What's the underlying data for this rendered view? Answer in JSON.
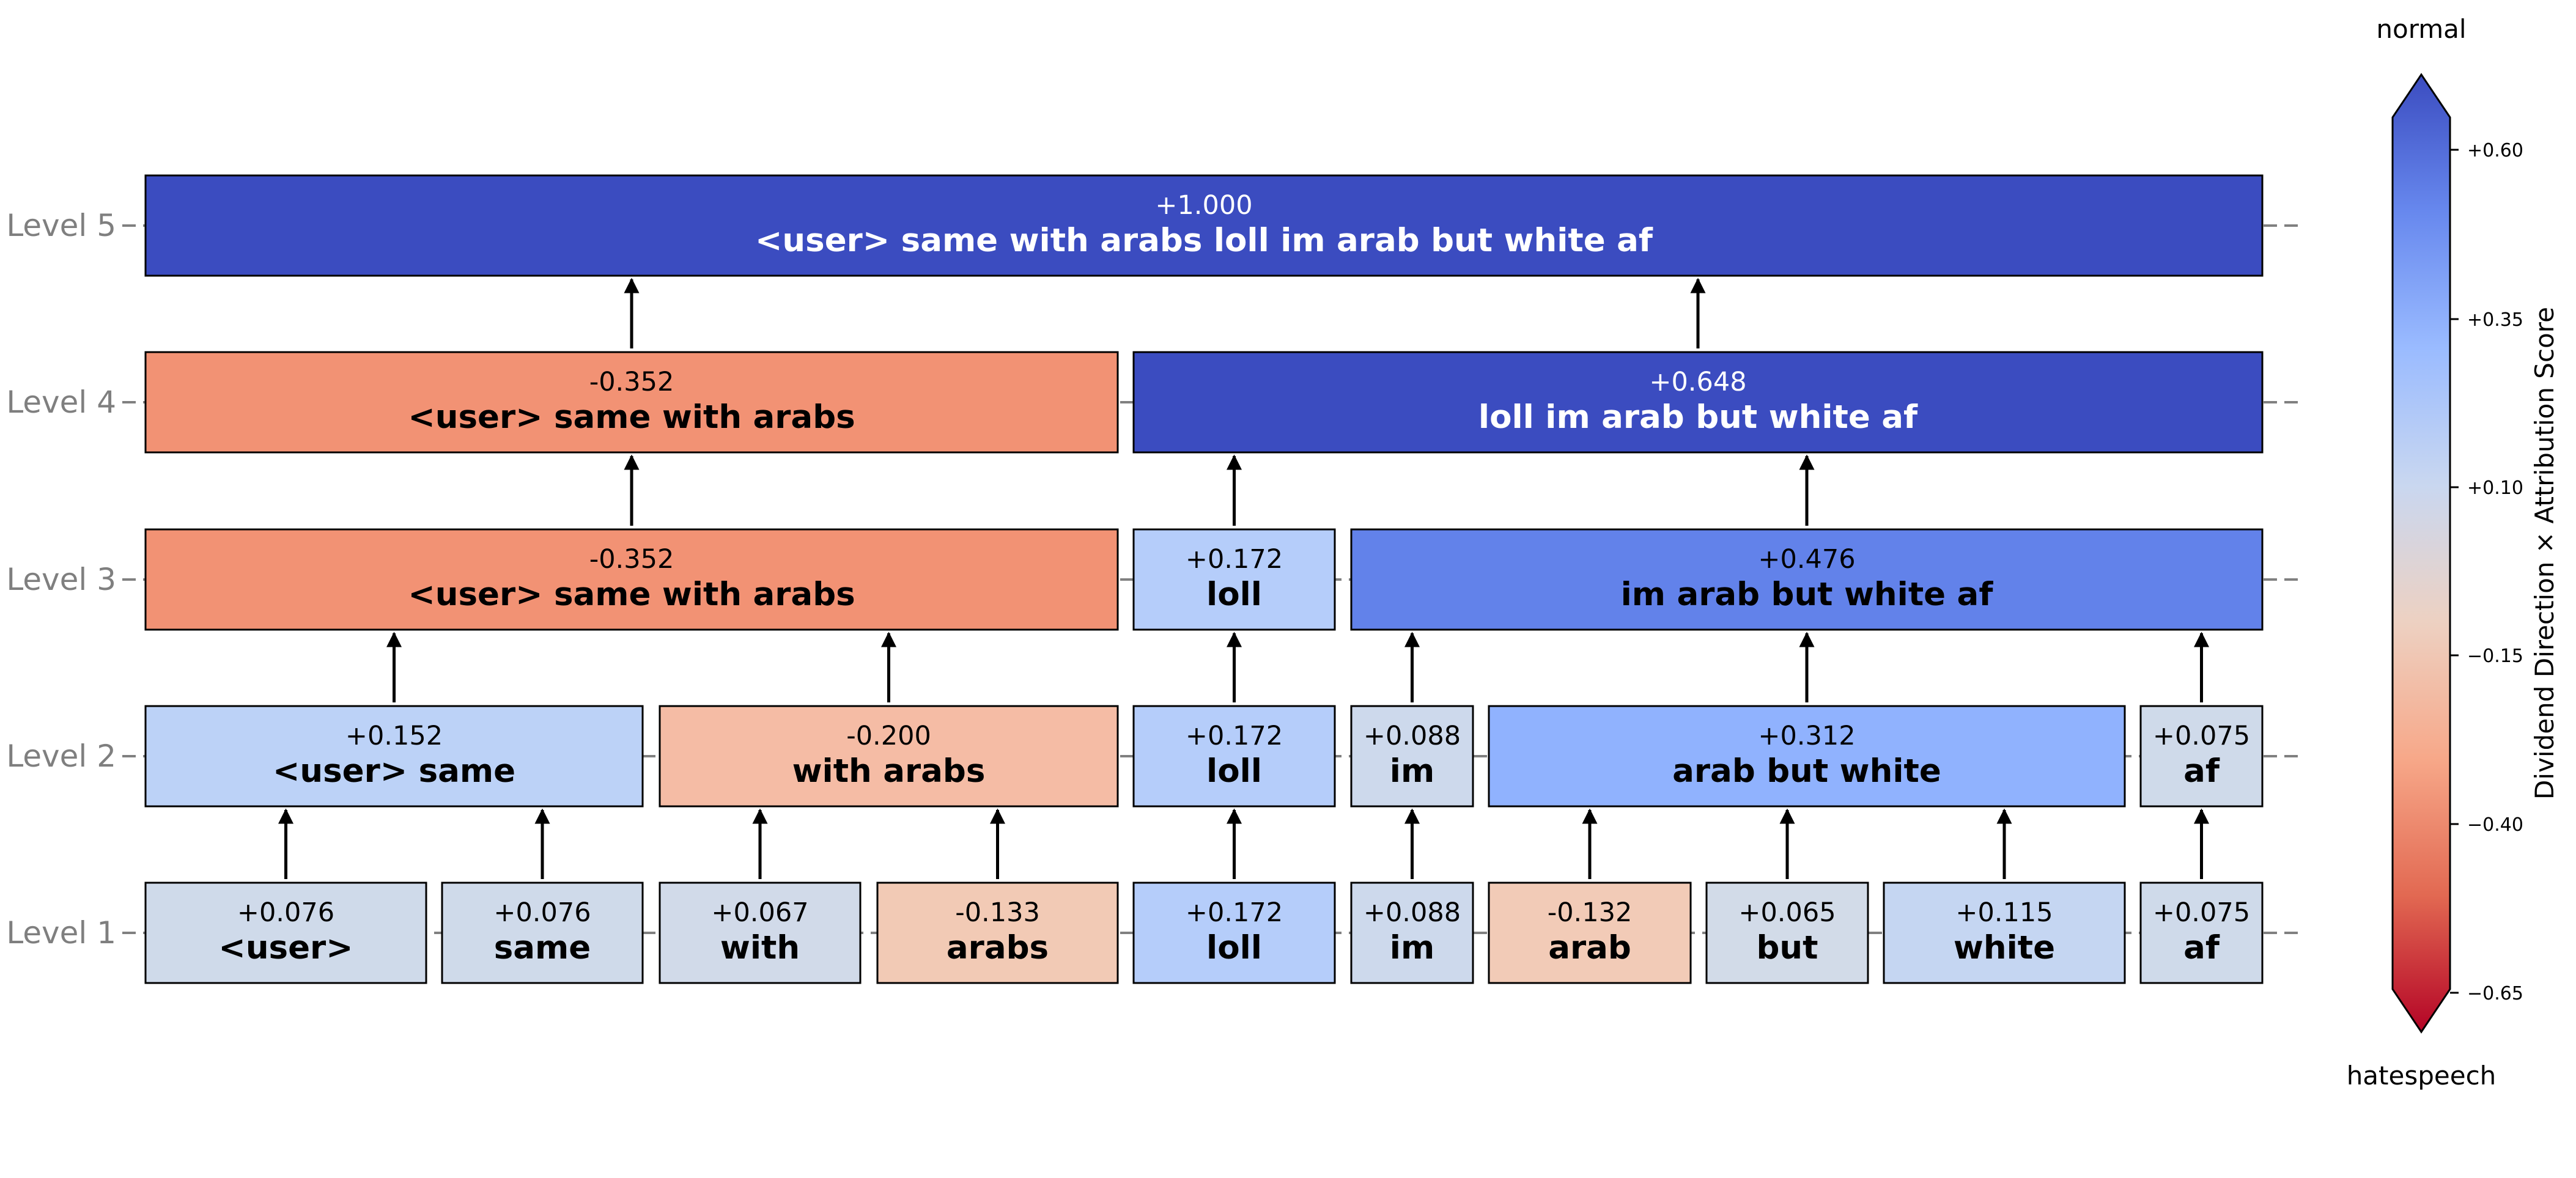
{
  "levels": [
    {
      "name": "Level 5",
      "nodes": [
        {
          "text": "<user> same with arabs loll im arab but white af",
          "score": "+1.000",
          "color": "#3b4cc0",
          "span": [
            0,
            10
          ]
        }
      ]
    },
    {
      "name": "Level 4",
      "nodes": [
        {
          "text": "<user> same with arabs",
          "score": "-0.352",
          "color": "#f29274",
          "span": [
            0,
            4
          ]
        },
        {
          "text": "loll im arab but white af",
          "score": "+0.648",
          "color": "#3b4cc0",
          "span": [
            4,
            10
          ]
        }
      ]
    },
    {
      "name": "Level 3",
      "nodes": [
        {
          "text": "<user> same with arabs",
          "score": "-0.352",
          "color": "#f29274",
          "span": [
            0,
            4
          ]
        },
        {
          "text": "loll",
          "score": "+0.172",
          "color": "#b5cdfa",
          "span": [
            4,
            5
          ]
        },
        {
          "text": "im arab but white af",
          "score": "+0.476",
          "color": "#6282ea",
          "span": [
            5,
            10
          ]
        }
      ]
    },
    {
      "name": "Level 2",
      "nodes": [
        {
          "text": "<user> same",
          "score": "+0.152",
          "color": "#bcd2f7",
          "span": [
            0,
            2
          ]
        },
        {
          "text": "with arabs",
          "score": "-0.200",
          "color": "#f5bca5",
          "span": [
            2,
            4
          ]
        },
        {
          "text": "loll",
          "score": "+0.172",
          "color": "#b5cdfa",
          "span": [
            4,
            5
          ]
        },
        {
          "text": "im",
          "score": "+0.088",
          "color": "#cdd9ec",
          "span": [
            5,
            6
          ]
        },
        {
          "text": "arab but white",
          "score": "+0.312",
          "color": "#90b2fe",
          "span": [
            6,
            9
          ]
        },
        {
          "text": "af",
          "score": "+0.075",
          "color": "#cfdaea",
          "span": [
            9,
            10
          ]
        }
      ]
    },
    {
      "name": "Level 1",
      "nodes": [
        {
          "text": "<user>",
          "score": "+0.076",
          "color": "#cfdaea",
          "span": [
            0,
            1
          ]
        },
        {
          "text": "same",
          "score": "+0.076",
          "color": "#cfdaea",
          "span": [
            1,
            2
          ]
        },
        {
          "text": "with",
          "score": "+0.067",
          "color": "#d1dae9",
          "span": [
            2,
            3
          ]
        },
        {
          "text": "arabs",
          "score": "-0.133",
          "color": "#f2cab5",
          "span": [
            3,
            4
          ]
        },
        {
          "text": "loll",
          "score": "+0.172",
          "color": "#b5cdfa",
          "span": [
            4,
            5
          ]
        },
        {
          "text": "im",
          "score": "+0.088",
          "color": "#cdd9ec",
          "span": [
            5,
            6
          ]
        },
        {
          "text": "arab",
          "score": "-0.132",
          "color": "#f2cbb7",
          "span": [
            6,
            7
          ]
        },
        {
          "text": "but",
          "score": "+0.065",
          "color": "#d2dbe8",
          "span": [
            7,
            8
          ]
        },
        {
          "text": "white",
          "score": "+0.115",
          "color": "#c5d6f2",
          "span": [
            8,
            9
          ]
        },
        {
          "text": "af",
          "score": "+0.075",
          "color": "#cfdaea",
          "span": [
            9,
            10
          ]
        }
      ]
    }
  ],
  "colorbar": {
    "label": "Dividend Direction × Attribution Score",
    "top_label": "normal",
    "bottom_label": "hatespeech",
    "ticks": [
      "+0.60",
      "+0.35",
      "+0.10",
      "−0.15",
      "−0.40",
      "−0.65"
    ],
    "colors": [
      "#3b4cc0",
      "#6788ee",
      "#9abbff",
      "#c9d7f0",
      "#edd1c2",
      "#f7a889",
      "#e26952",
      "#b40426"
    ]
  }
}
